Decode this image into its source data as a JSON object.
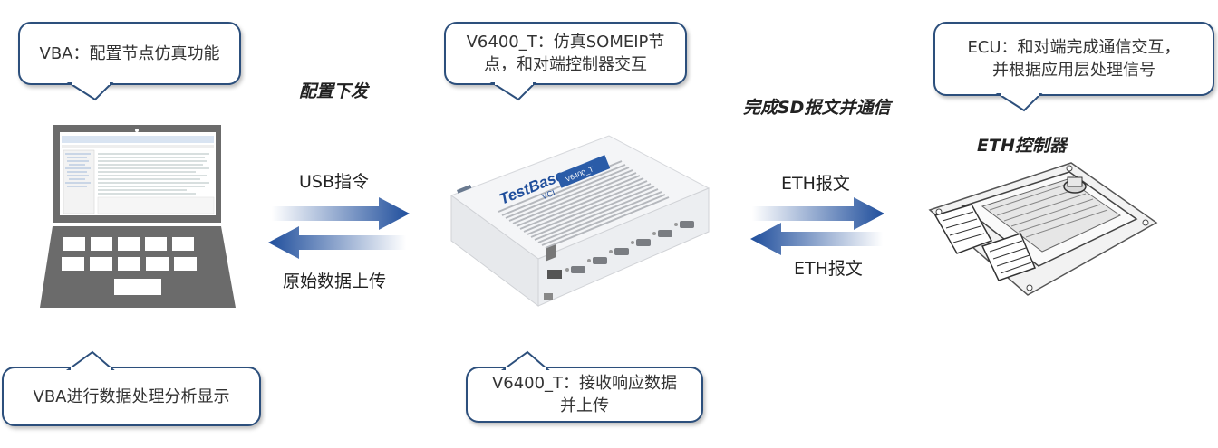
{
  "callouts": {
    "vba_config": "VBA：配置节点仿真功能",
    "v6400_sim": "V6400_T：仿真SOMEIP节点，和对端控制器交互",
    "ecu": "ECU：和对端完成通信交互，并根据应用层处理信号",
    "vba_process": "VBA进行数据处理分析显示",
    "v6400_upload": "V6400_T：接收响应数据并上传"
  },
  "labels": {
    "config_down": "配置下发",
    "sd_comm": "完成SD报文并通信",
    "eth_controller": "ETH控制器",
    "usb_cmd": "USB指令",
    "raw_upload": "原始数据上传",
    "eth_msg_1": "ETH报文",
    "eth_msg_2": "ETH报文"
  },
  "device": {
    "brand": "TestBase",
    "sub": "VCI",
    "model": "V6400_T"
  },
  "colors": {
    "callout_border": "#2c4f7c",
    "arrow": "#2a5ca8",
    "laptop": "#6b6b6b"
  }
}
